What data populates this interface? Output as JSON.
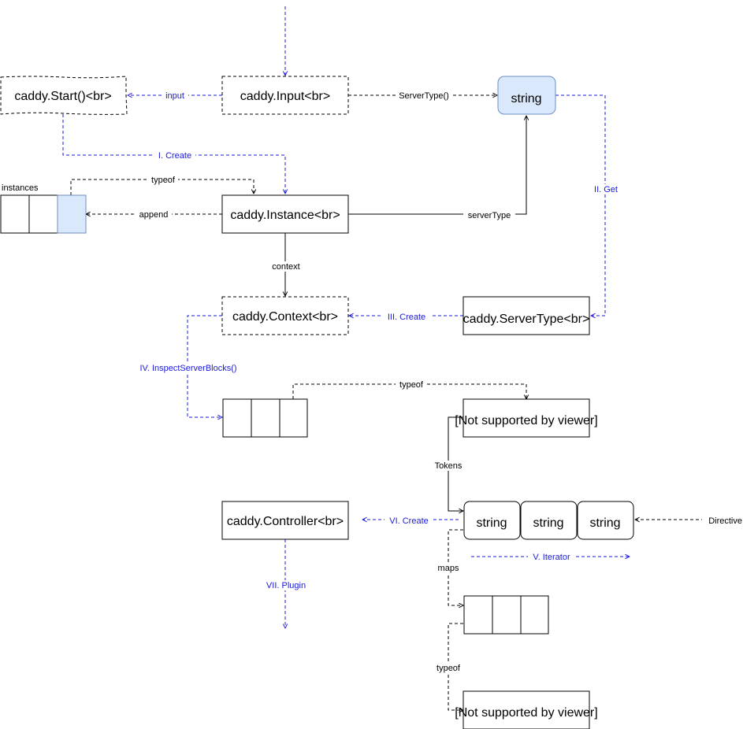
{
  "colors": {
    "blue": "#1a1adb",
    "black": "#000000",
    "fill_light_blue": "#dae8fc",
    "stroke_light_blue": "#6c8ebf"
  },
  "nodes": {
    "start": "caddy.Start()<br>",
    "input": "caddy.Input<br>",
    "string_top": "string",
    "instance": "caddy.Instance<br>",
    "context": "caddy.Context<br>",
    "server_type": "caddy.ServerType<br>",
    "unsupported_1": "[Not supported by viewer]",
    "controller": "caddy.Controller<br>",
    "token_1": "string",
    "token_2": "string",
    "token_3": "string",
    "unsupported_2": "[Not supported by viewer]"
  },
  "labels": {
    "instances_title": "instances",
    "input": "input",
    "server_type_call": "ServerType()",
    "create_1": "I. Create",
    "typeof_instances": "typeof",
    "append": "append",
    "server_type_field": "serverType",
    "get_2": "II. Get",
    "context": "context",
    "create_3": "III. Create",
    "inspect_4": "IV. InspectServerBlocks()",
    "typeof_blocks": "typeof",
    "tokens": "Tokens",
    "create_6": "VI. Create",
    "directive": "Directive",
    "iterator_5": "V. Iterator",
    "maps": "maps",
    "plugin_7": "VII. Plugin",
    "typeof_maps": "typeof"
  }
}
